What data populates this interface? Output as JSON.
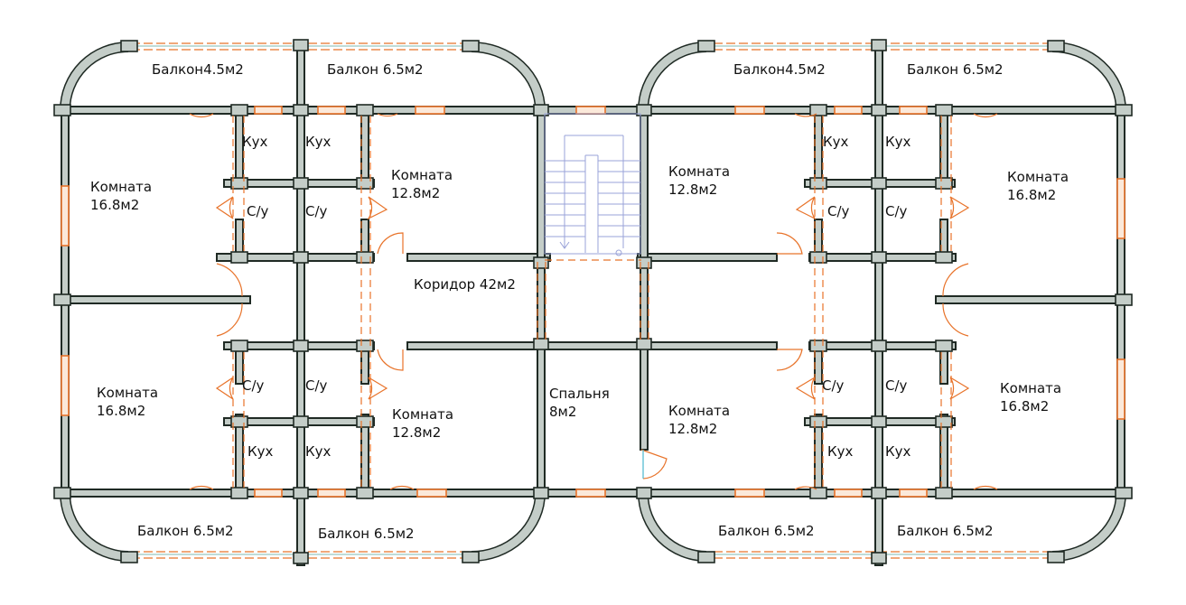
{
  "labels": {
    "balcony_4_5_a": "Балкон4.5м2",
    "balcony_6_5_a": "Балкон 6.5м2",
    "balcony_4_5_b": "Балкон4.5м2",
    "balcony_6_5_b": "Балкон 6.5м2",
    "kitchen": "Кух",
    "bath": "С/у",
    "room": "Комната",
    "area_16_8": "16.8м2",
    "area_12_8": "12.8м2",
    "corridor": "Коридор 42м2",
    "bedroom": "Спальня",
    "bedroom_area": "8м2",
    "balcony_bottom": "Балкон 6.5м2"
  }
}
